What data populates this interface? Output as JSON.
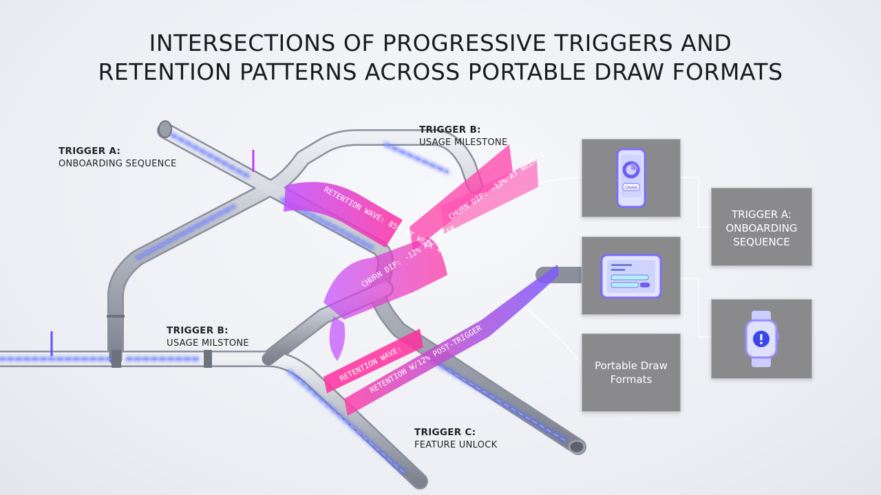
{
  "title": {
    "line1": "INTERSECTIONS OF PROGRESSIVE TRIGGERS AND",
    "line2": "RETENTION PATTERNS ACROSS PORTABLE DRAW FORMATS"
  },
  "labels": {
    "trigger_a": {
      "title": "TRIGGER A:",
      "subtitle": "ONBOARDING SEQUENCE"
    },
    "trigger_b_top": {
      "title": "TRIGGER B:",
      "subtitle": "USAGE MILESTONE"
    },
    "trigger_b_mid": {
      "title": "TRIGGER B:",
      "subtitle": "USAGE MILSTONE"
    },
    "trigger_c": {
      "title": "TRIGGER C:",
      "subtitle": "FEATURE UNLOCK"
    }
  },
  "ribbons": {
    "retention_wave_top": "RETENTION WAVE: 85% AT WEEK 4",
    "churn_dip_right": "CHURN DIP: -12% AT WEEK 4",
    "churn_dip_center": "CHURN DIP: -12% AT WCCER",
    "retention_wave_bottom": "RETENTION WAVE:",
    "retention_post_trigger": "RETENTION W/12% POST-TRIGGER"
  },
  "cards": {
    "phone_badge": "DRAW",
    "portable_formats": "Portable Draw Formats",
    "trigger_a_card": "TRIGGER A: ONBOARDING SEQUENCE"
  },
  "colors": {
    "pipe": "#b9bcc4",
    "glow": "#5a6cff",
    "ribbon_pink": "#ff2f9e",
    "ribbon_purple": "#8a5cff",
    "card": "#8a8a8c"
  },
  "icons": [
    "phone-icon",
    "tablet-icon",
    "watch-icon"
  ]
}
